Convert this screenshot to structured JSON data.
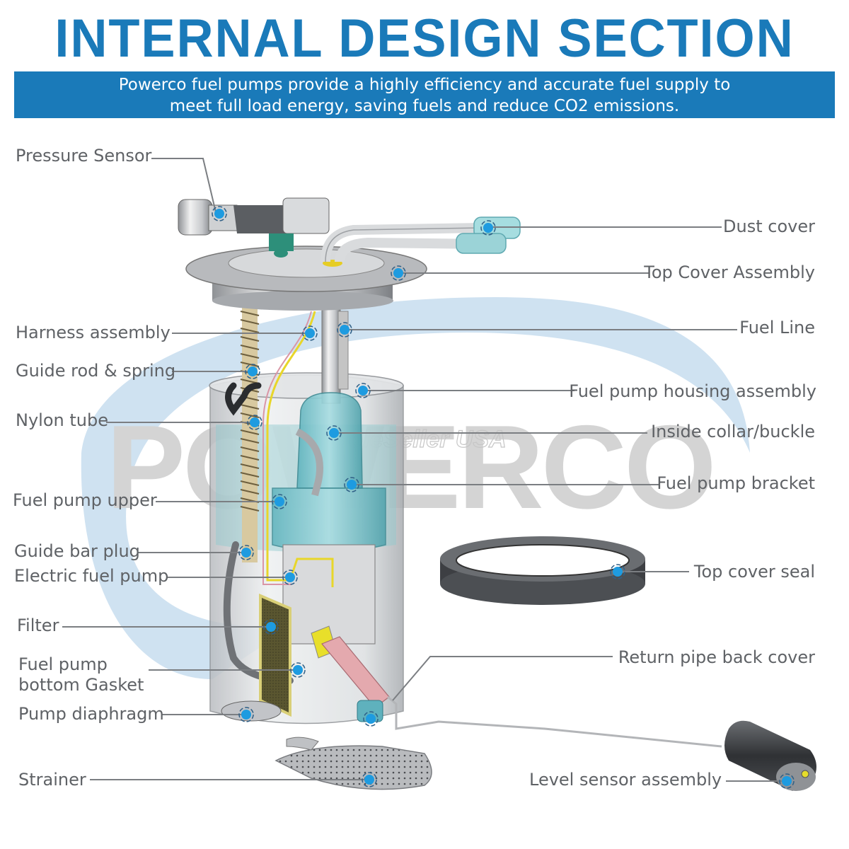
{
  "header": {
    "title": "INTERNAL DESIGN SECTION",
    "subtitle_line1": "Powerco fuel pumps provide a highly efficiency and accurate fuel supply to",
    "subtitle_line2": "meet full load energy, saving fuels and reduce CO2 emissions."
  },
  "watermark": {
    "brand": "POWERCO",
    "seller": "SoleSeller USA"
  },
  "colors": {
    "brand_blue": "#1a7ab9",
    "label_gray": "#5f6266",
    "callout_dot": "#1e9be0",
    "watermark_blue": "#cfe2f1",
    "watermark_gray": "#d4d4d4"
  },
  "labels_left": [
    {
      "id": "pressure-sensor",
      "text": "Pressure Sensor"
    },
    {
      "id": "harness-assembly",
      "text": "Harness assembly"
    },
    {
      "id": "guide-rod-spring",
      "text": "Guide rod & spring"
    },
    {
      "id": "nylon-tube",
      "text": "Nylon tube"
    },
    {
      "id": "fuel-pump-upper",
      "text": "Fuel pump upper"
    },
    {
      "id": "guide-bar-plug",
      "text": "Guide bar plug"
    },
    {
      "id": "electric-fuel-pump",
      "text": "Electric fuel pump"
    },
    {
      "id": "filter",
      "text": "Filter"
    },
    {
      "id": "fuel-pump-bottom-gasket",
      "text": "Fuel pump",
      "text2": "bottom Gasket"
    },
    {
      "id": "pump-diaphragm",
      "text": "Pump diaphragm"
    },
    {
      "id": "strainer",
      "text": "Strainer"
    }
  ],
  "labels_right": [
    {
      "id": "dust-cover",
      "text": "Dust cover"
    },
    {
      "id": "top-cover-assembly",
      "text": "Top Cover Assembly"
    },
    {
      "id": "fuel-line",
      "text": "Fuel Line"
    },
    {
      "id": "fuel-pump-housing-assembly",
      "text": "Fuel pump housing assembly"
    },
    {
      "id": "inside-collar-buckle",
      "text": "Inside collar/buckle"
    },
    {
      "id": "fuel-pump-bracket",
      "text": "Fuel pump bracket"
    },
    {
      "id": "top-cover-seal",
      "text": "Top cover seal"
    },
    {
      "id": "return-pipe-back-cover",
      "text": "Return pipe back cover"
    },
    {
      "id": "level-sensor-assembly",
      "text": "Level sensor assembly"
    }
  ]
}
